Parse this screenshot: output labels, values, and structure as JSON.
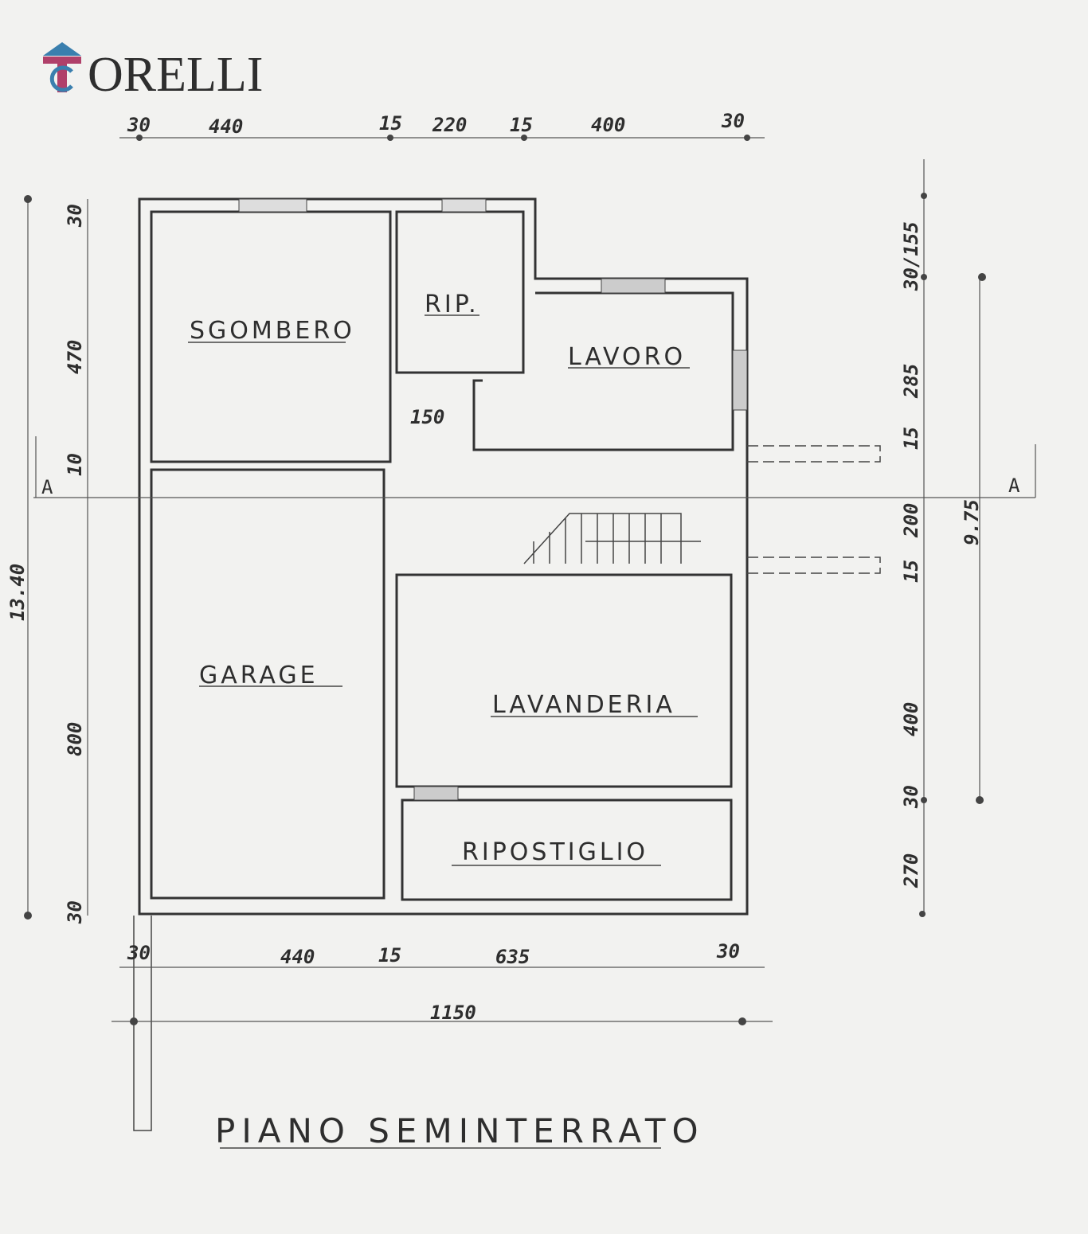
{
  "logo": {
    "text": "TORELLI",
    "brand_blue": "#3a7fae",
    "brand_red": "#b0406a"
  },
  "title": "PIANO SEMINTERRATO",
  "rooms": [
    "SGOMBERO",
    "RIP.",
    "LAVORO",
    "GARAGE",
    "LAVANDERIA",
    "RIPOSTIGLIO"
  ],
  "section_marks": [
    "A",
    "A"
  ],
  "dimensions": {
    "top": [
      "30",
      "440",
      "15",
      "220",
      "15",
      "400",
      "30"
    ],
    "bottom": [
      "30",
      "440",
      "15",
      "635",
      "30"
    ],
    "total_width": "1150",
    "left": [
      "30",
      "470",
      "10",
      "800",
      "30"
    ],
    "left_total": "13.40",
    "right": [
      "30/155",
      "285",
      "15",
      "200",
      "15",
      "400",
      "30",
      "270"
    ],
    "right_total": "9.75",
    "corridor": "150"
  }
}
